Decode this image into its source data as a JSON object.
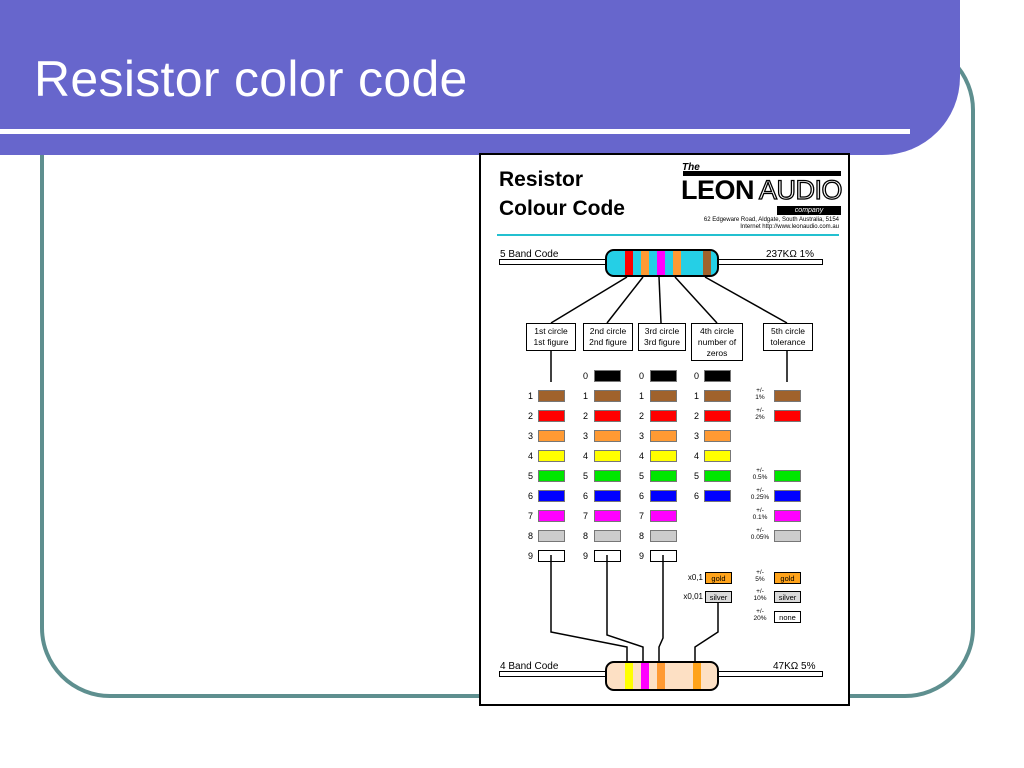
{
  "slide": {
    "title": "Resistor color code"
  },
  "chart": {
    "title_line1": "Resistor",
    "title_line2": "Colour Code",
    "logo": {
      "the": "The",
      "brand1": "LEON",
      "brand2": "AUDIO",
      "company": "company"
    },
    "address_line1": "62 Edgeware Road, Aldgate, South Australia, 5154",
    "address_line2": "Internet  http://www.leonaudio.com.au",
    "five_band_label": "5 Band Code",
    "five_band_value": "237KΩ  1%",
    "four_band_label": "4 Band Code",
    "four_band_value": "47KΩ  5%",
    "headers": [
      [
        "1st circle",
        "1st figure"
      ],
      [
        "2nd circle",
        "2nd figure"
      ],
      [
        "3rd circle",
        "3rd figure"
      ],
      [
        "4th circle",
        "number of",
        "zeros"
      ],
      [
        "5th circle",
        "tolerance"
      ]
    ],
    "colors": {
      "black": "#000000",
      "brown": "#a0622c",
      "red": "#ff0000",
      "orange": "#ff9a33",
      "yellow": "#ffff00",
      "green": "#00e600",
      "blue": "#0000ff",
      "violet": "#ff00ff",
      "grey": "#cccccc",
      "white": "#ffffff",
      "gold": "#ffa31a",
      "silver": "#d9d9d9",
      "body5": "#25cfe6",
      "body4": "#fde0c4"
    },
    "digits": [
      "0",
      "1",
      "2",
      "3",
      "4",
      "5",
      "6",
      "7",
      "8",
      "9"
    ],
    "col1_digits": [
      "1",
      "2",
      "3",
      "4",
      "5",
      "6",
      "7",
      "8",
      "9"
    ],
    "col4_digits": [
      "0",
      "1",
      "2",
      "3",
      "4",
      "5",
      "6"
    ],
    "col4_fractions": [
      "x0,1",
      "x0,01"
    ],
    "col4_names": [
      "gold",
      "silver"
    ],
    "tolerance_percent": [
      "1%",
      "2%",
      "0.5%",
      "0.25%",
      "0.1%",
      "0.05%",
      "5%",
      "10%",
      "20%"
    ],
    "tolerance_sign": "+/-",
    "tolerance_names": [
      "gold",
      "silver",
      "none"
    ],
    "five_band_colors": [
      "red",
      "orange",
      "violet",
      "orange",
      "brown"
    ],
    "four_band_colors": [
      "yellow",
      "violet",
      "orange",
      "gold"
    ]
  }
}
